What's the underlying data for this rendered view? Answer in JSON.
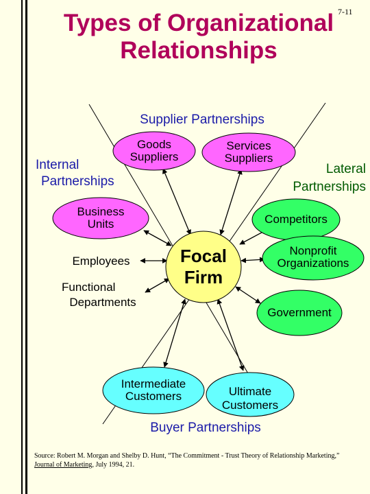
{
  "page_number": "7-11",
  "title_line1": "Types of Organizational",
  "title_line2": "Relationships",
  "categories": {
    "supplier": "Supplier Partnerships",
    "internal_line1": "Internal",
    "internal_line2": "Partnerships",
    "lateral_line1": "Lateral",
    "lateral_line2": "Partnerships",
    "buyer": "Buyer Partnerships"
  },
  "nodes": {
    "focal_line1": "Focal",
    "focal_line2": "Firm",
    "goods_line1": "Goods",
    "goods_line2": "Suppliers",
    "services_line1": "Services",
    "services_line2": "Suppliers",
    "business_line1": "Business",
    "business_line2": "Units",
    "employees": "Employees",
    "functional_line1": "Functional",
    "functional_line2": "Departments",
    "competitors": "Competitors",
    "nonprofit_line1": "Nonprofit",
    "nonprofit_line2": "Organizations",
    "government": "Government",
    "intermediate_line1": "Intermediate",
    "intermediate_line2": "Customers",
    "ultimate_line1": "Ultimate",
    "ultimate_line2": "Customers"
  },
  "source": {
    "text": "Source: Robert M. Morgan and Shelby D. Hunt, “The Commitment - Trust Theory of Relationship Marketing,”",
    "journal": "Journal of Marketing",
    "date": ", July 1994, 21."
  },
  "colors": {
    "title": "#b0005a",
    "category": "#1a1aa8",
    "lateral": "#005a00",
    "focal": "#ffff88",
    "supplier_nodes": "#ff66ff",
    "lateral_nodes": "#33ff66",
    "buyer_nodes": "#66ffff"
  }
}
